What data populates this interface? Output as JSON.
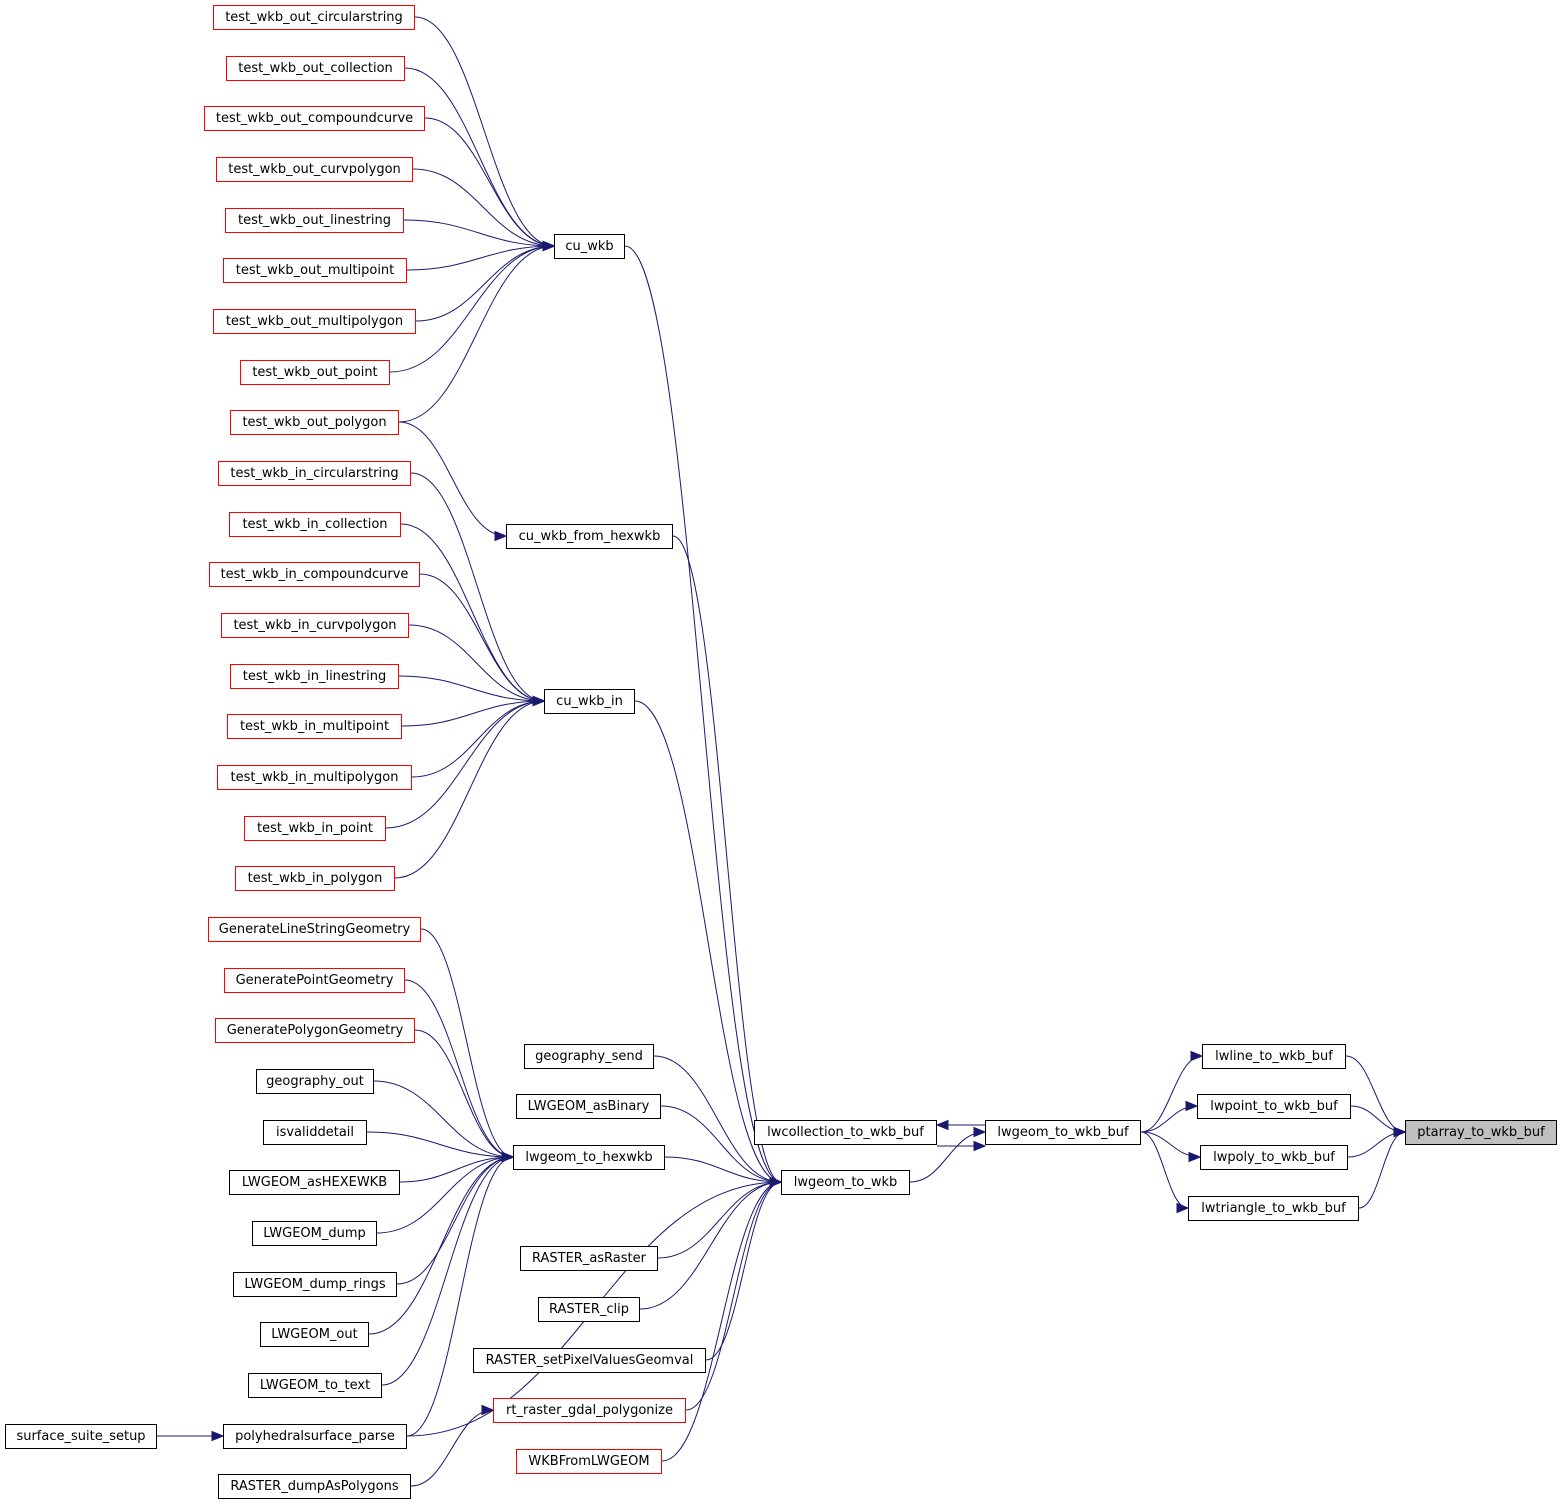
{
  "colors": {
    "edge": "#191970",
    "incomplete_border": "#ff0000",
    "focus_fill": "#bfbfbf"
  },
  "nodes": {
    "ptarray_to_wkb_buf": {
      "label": "ptarray_to_wkb_buf",
      "style": "focus"
    },
    "lwline_to_wkb_buf": {
      "label": "lwline_to_wkb_buf",
      "style": "normal"
    },
    "lwpoint_to_wkb_buf": {
      "label": "lwpoint_to_wkb_buf",
      "style": "normal"
    },
    "lwpoly_to_wkb_buf": {
      "label": "lwpoly_to_wkb_buf",
      "style": "normal"
    },
    "lwtriangle_to_wkb_buf": {
      "label": "lwtriangle_to_wkb_buf",
      "style": "normal"
    },
    "lwgeom_to_wkb_buf": {
      "label": "lwgeom_to_wkb_buf",
      "style": "normal"
    },
    "lwcollection_to_wkb_buf": {
      "label": "lwcollection_to_wkb_buf",
      "style": "normal"
    },
    "lwgeom_to_wkb": {
      "label": "lwgeom_to_wkb",
      "style": "normal"
    },
    "cu_wkb": {
      "label": "cu_wkb",
      "style": "normal"
    },
    "cu_wkb_from_hexwkb": {
      "label": "cu_wkb_from_hexwkb",
      "style": "normal"
    },
    "cu_wkb_in": {
      "label": "cu_wkb_in",
      "style": "normal"
    },
    "geography_send": {
      "label": "geography_send",
      "style": "normal"
    },
    "LWGEOM_asBinary": {
      "label": "LWGEOM_asBinary",
      "style": "normal"
    },
    "lwgeom_to_hexwkb": {
      "label": "lwgeom_to_hexwkb",
      "style": "normal"
    },
    "RASTER_asRaster": {
      "label": "RASTER_asRaster",
      "style": "normal"
    },
    "RASTER_clip": {
      "label": "RASTER_clip",
      "style": "normal"
    },
    "RASTER_setPixelValuesGeomval": {
      "label": "RASTER_setPixelValuesGeomval",
      "style": "normal"
    },
    "rt_raster_gdal_polygonize": {
      "label": "rt_raster_gdal_polygonize",
      "style": "incomplete"
    },
    "WKBFromLWGEOM": {
      "label": "WKBFromLWGEOM",
      "style": "incomplete"
    },
    "RASTER_dumpAsPolygons": {
      "label": "RASTER_dumpAsPolygons",
      "style": "normal"
    },
    "test_wkb_out_circularstring": {
      "label": "test_wkb_out_circularstring",
      "style": "incomplete"
    },
    "test_wkb_out_collection": {
      "label": "test_wkb_out_collection",
      "style": "incomplete"
    },
    "test_wkb_out_compoundcurve": {
      "label": "test_wkb_out_compoundcurve",
      "style": "incomplete"
    },
    "test_wkb_out_curvpolygon": {
      "label": "test_wkb_out_curvpolygon",
      "style": "incomplete"
    },
    "test_wkb_out_linestring": {
      "label": "test_wkb_out_linestring",
      "style": "incomplete"
    },
    "test_wkb_out_multipoint": {
      "label": "test_wkb_out_multipoint",
      "style": "incomplete"
    },
    "test_wkb_out_multipolygon": {
      "label": "test_wkb_out_multipolygon",
      "style": "incomplete"
    },
    "test_wkb_out_point": {
      "label": "test_wkb_out_point",
      "style": "incomplete"
    },
    "test_wkb_out_polygon": {
      "label": "test_wkb_out_polygon",
      "style": "incomplete"
    },
    "test_wkb_in_circularstring": {
      "label": "test_wkb_in_circularstring",
      "style": "incomplete"
    },
    "test_wkb_in_collection": {
      "label": "test_wkb_in_collection",
      "style": "incomplete"
    },
    "test_wkb_in_compoundcurve": {
      "label": "test_wkb_in_compoundcurve",
      "style": "incomplete"
    },
    "test_wkb_in_curvpolygon": {
      "label": "test_wkb_in_curvpolygon",
      "style": "incomplete"
    },
    "test_wkb_in_linestring": {
      "label": "test_wkb_in_linestring",
      "style": "incomplete"
    },
    "test_wkb_in_multipoint": {
      "label": "test_wkb_in_multipoint",
      "style": "incomplete"
    },
    "test_wkb_in_multipolygon": {
      "label": "test_wkb_in_multipolygon",
      "style": "incomplete"
    },
    "test_wkb_in_point": {
      "label": "test_wkb_in_point",
      "style": "incomplete"
    },
    "test_wkb_in_polygon": {
      "label": "test_wkb_in_polygon",
      "style": "incomplete"
    },
    "GenerateLineStringGeometry": {
      "label": "GenerateLineStringGeometry",
      "style": "incomplete"
    },
    "GeneratePointGeometry": {
      "label": "GeneratePointGeometry",
      "style": "incomplete"
    },
    "GeneratePolygonGeometry": {
      "label": "GeneratePolygonGeometry",
      "style": "incomplete"
    },
    "geography_out": {
      "label": "geography_out",
      "style": "normal"
    },
    "isvaliddetail": {
      "label": "isvaliddetail",
      "style": "normal"
    },
    "LWGEOM_asHEXEWKB": {
      "label": "LWGEOM_asHEXEWKB",
      "style": "normal"
    },
    "LWGEOM_dump": {
      "label": "LWGEOM_dump",
      "style": "normal"
    },
    "LWGEOM_dump_rings": {
      "label": "LWGEOM_dump_rings",
      "style": "normal"
    },
    "LWGEOM_out": {
      "label": "LWGEOM_out",
      "style": "normal"
    },
    "LWGEOM_to_text": {
      "label": "LWGEOM_to_text",
      "style": "normal"
    },
    "polyhedralsurface_parse": {
      "label": "polyhedralsurface_parse",
      "style": "normal"
    },
    "surface_suite_setup": {
      "label": "surface_suite_setup",
      "style": "normal"
    }
  },
  "edges": [
    [
      "lwline_to_wkb_buf",
      "ptarray_to_wkb_buf"
    ],
    [
      "lwpoint_to_wkb_buf",
      "ptarray_to_wkb_buf"
    ],
    [
      "lwpoly_to_wkb_buf",
      "ptarray_to_wkb_buf"
    ],
    [
      "lwtriangle_to_wkb_buf",
      "ptarray_to_wkb_buf"
    ],
    [
      "lwgeom_to_wkb_buf",
      "lwline_to_wkb_buf"
    ],
    [
      "lwgeom_to_wkb_buf",
      "lwpoint_to_wkb_buf"
    ],
    [
      "lwgeom_to_wkb_buf",
      "lwpoly_to_wkb_buf"
    ],
    [
      "lwgeom_to_wkb_buf",
      "lwtriangle_to_wkb_buf"
    ],
    [
      "lwgeom_to_wkb_buf",
      "lwcollection_to_wkb_buf"
    ],
    [
      "lwcollection_to_wkb_buf",
      "lwgeom_to_wkb_buf"
    ],
    [
      "lwgeom_to_wkb",
      "lwgeom_to_wkb_buf"
    ],
    [
      "cu_wkb",
      "lwgeom_to_wkb"
    ],
    [
      "cu_wkb_from_hexwkb",
      "lwgeom_to_wkb"
    ],
    [
      "cu_wkb_in",
      "lwgeom_to_wkb"
    ],
    [
      "geography_send",
      "lwgeom_to_wkb"
    ],
    [
      "LWGEOM_asBinary",
      "lwgeom_to_wkb"
    ],
    [
      "lwgeom_to_hexwkb",
      "lwgeom_to_wkb"
    ],
    [
      "polyhedralsurface_parse",
      "lwgeom_to_wkb"
    ],
    [
      "RASTER_asRaster",
      "lwgeom_to_wkb"
    ],
    [
      "RASTER_clip",
      "lwgeom_to_wkb"
    ],
    [
      "RASTER_setPixelValuesGeomval",
      "lwgeom_to_wkb"
    ],
    [
      "rt_raster_gdal_polygonize",
      "lwgeom_to_wkb"
    ],
    [
      "WKBFromLWGEOM",
      "lwgeom_to_wkb"
    ],
    [
      "test_wkb_out_circularstring",
      "cu_wkb"
    ],
    [
      "test_wkb_out_collection",
      "cu_wkb"
    ],
    [
      "test_wkb_out_compoundcurve",
      "cu_wkb"
    ],
    [
      "test_wkb_out_curvpolygon",
      "cu_wkb"
    ],
    [
      "test_wkb_out_linestring",
      "cu_wkb"
    ],
    [
      "test_wkb_out_multipoint",
      "cu_wkb"
    ],
    [
      "test_wkb_out_multipolygon",
      "cu_wkb"
    ],
    [
      "test_wkb_out_point",
      "cu_wkb"
    ],
    [
      "test_wkb_out_polygon",
      "cu_wkb"
    ],
    [
      "test_wkb_out_polygon",
      "cu_wkb_from_hexwkb"
    ],
    [
      "test_wkb_in_circularstring",
      "cu_wkb_in"
    ],
    [
      "test_wkb_in_collection",
      "cu_wkb_in"
    ],
    [
      "test_wkb_in_compoundcurve",
      "cu_wkb_in"
    ],
    [
      "test_wkb_in_curvpolygon",
      "cu_wkb_in"
    ],
    [
      "test_wkb_in_linestring",
      "cu_wkb_in"
    ],
    [
      "test_wkb_in_multipoint",
      "cu_wkb_in"
    ],
    [
      "test_wkb_in_multipolygon",
      "cu_wkb_in"
    ],
    [
      "test_wkb_in_point",
      "cu_wkb_in"
    ],
    [
      "test_wkb_in_polygon",
      "cu_wkb_in"
    ],
    [
      "GenerateLineStringGeometry",
      "lwgeom_to_hexwkb"
    ],
    [
      "GeneratePointGeometry",
      "lwgeom_to_hexwkb"
    ],
    [
      "GeneratePolygonGeometry",
      "lwgeom_to_hexwkb"
    ],
    [
      "geography_out",
      "lwgeom_to_hexwkb"
    ],
    [
      "isvaliddetail",
      "lwgeom_to_hexwkb"
    ],
    [
      "LWGEOM_asHEXEWKB",
      "lwgeom_to_hexwkb"
    ],
    [
      "LWGEOM_dump",
      "lwgeom_to_hexwkb"
    ],
    [
      "LWGEOM_dump_rings",
      "lwgeom_to_hexwkb"
    ],
    [
      "LWGEOM_out",
      "lwgeom_to_hexwkb"
    ],
    [
      "LWGEOM_to_text",
      "lwgeom_to_hexwkb"
    ],
    [
      "polyhedralsurface_parse",
      "lwgeom_to_hexwkb"
    ],
    [
      "surface_suite_setup",
      "polyhedralsurface_parse"
    ],
    [
      "RASTER_dumpAsPolygons",
      "rt_raster_gdal_polygonize"
    ]
  ]
}
